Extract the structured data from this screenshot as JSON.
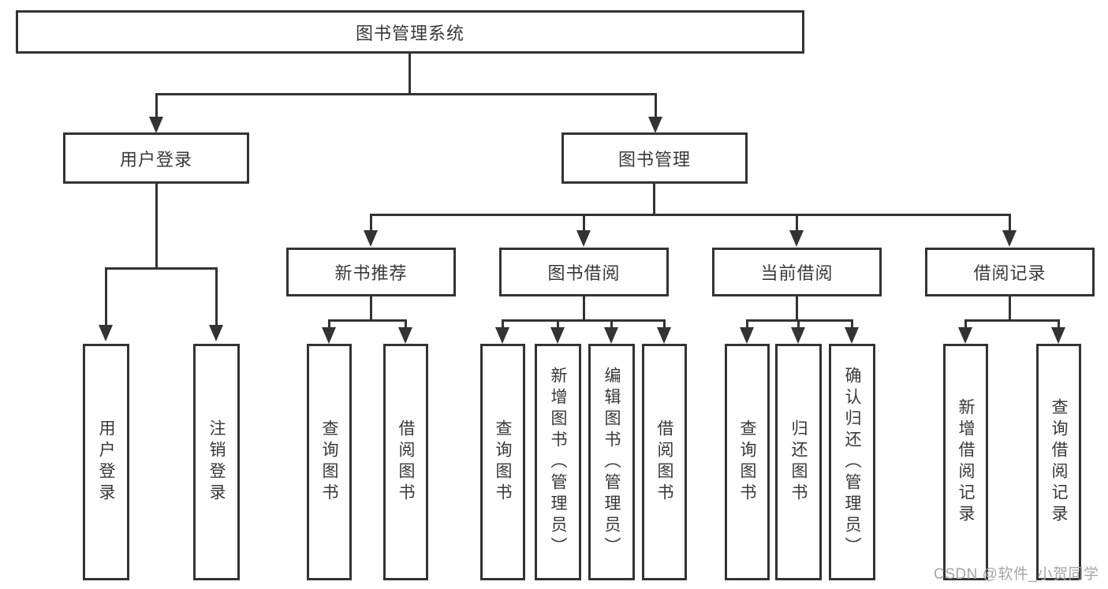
{
  "diagram": {
    "title": "图书管理系统",
    "level2": {
      "user_login": "用户登录",
      "book_management": "图书管理"
    },
    "level3": {
      "new_book_recommend": "新书推荐",
      "book_borrow": "图书借阅",
      "current_borrow": "当前借阅",
      "borrow_records": "借阅记录"
    },
    "leaves": {
      "user_login": "用户登录",
      "logout": "注销登录",
      "rec_query_books": "查询图书",
      "rec_borrow_books": "借阅图书",
      "bb_query_books": "查询图书",
      "bb_add_books": "新增图书（管理员）",
      "bb_edit_books": "编辑图书（管理员）",
      "bb_borrow_books": "借阅图书",
      "cb_query_books": "查询图书",
      "cb_return_books": "归还图书",
      "cb_confirm_return": "确认归还（管理员）",
      "br_add_record": "新增借阅记录",
      "br_query_record": "查询借阅记录"
    },
    "watermark": "CSDN @软件_小贺同学"
  },
  "colors": {
    "line": "#333333",
    "text": "#383838",
    "watermark": "#a6a6a6",
    "background": "#ffffff"
  }
}
